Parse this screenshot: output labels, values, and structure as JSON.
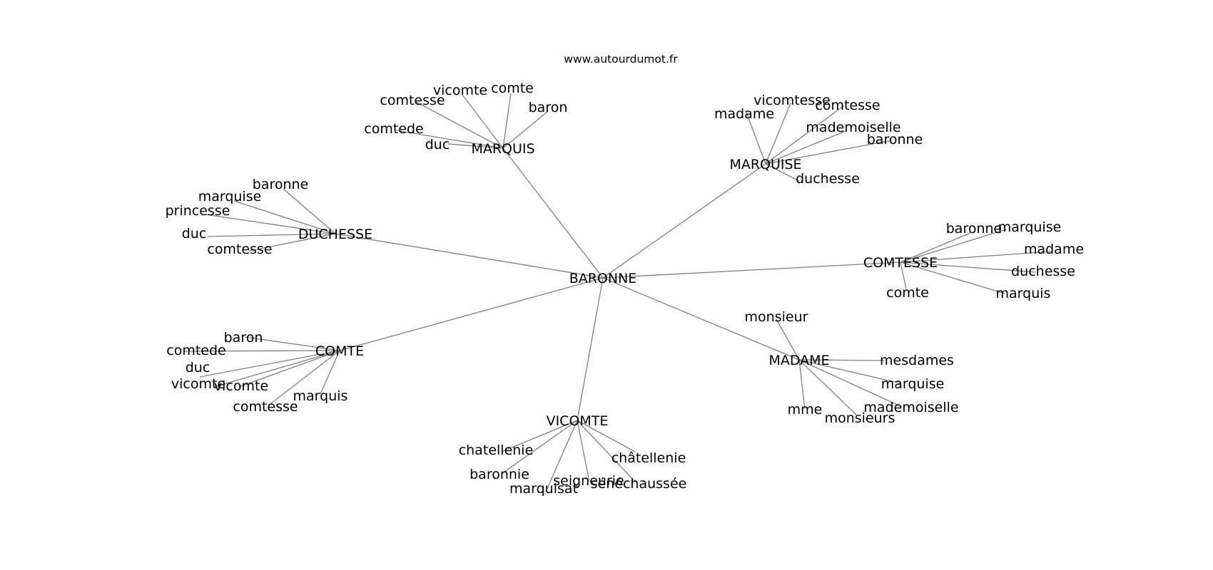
{
  "source": "www.autourdumot.fr",
  "center": "BARONNE",
  "clusters": [
    {
      "hub": "MARQUIS",
      "leaves": [
        "comtesse",
        "vicomte",
        "comte",
        "baron",
        "comtede",
        "duc"
      ]
    },
    {
      "hub": "MARQUISE",
      "leaves": [
        "madame",
        "vicomtesse",
        "comtesse",
        "mademoiselle",
        "baronne",
        "duchesse"
      ]
    },
    {
      "hub": "DUCHESSE",
      "leaves": [
        "baronne",
        "marquise",
        "princesse",
        "duc",
        "comtesse"
      ]
    },
    {
      "hub": "COMTESSE",
      "leaves": [
        "baronne",
        "marquise",
        "madame",
        "duchesse",
        "marquis",
        "comte"
      ]
    },
    {
      "hub": "COMTE",
      "leaves": [
        "baron",
        "comtede",
        "duc",
        "vicomte",
        "vicomte",
        "comtesse",
        "marquis"
      ]
    },
    {
      "hub": "MADAME",
      "leaves": [
        "monsieur",
        "mesdames",
        "marquise",
        "mademoiselle",
        "monsieurs",
        "mme"
      ]
    },
    {
      "hub": "VICOMTE",
      "leaves": [
        "chatellenie",
        "baronnie",
        "marquisat",
        "seigneurie",
        "sénéchaussée",
        "châtellenie"
      ]
    }
  ]
}
